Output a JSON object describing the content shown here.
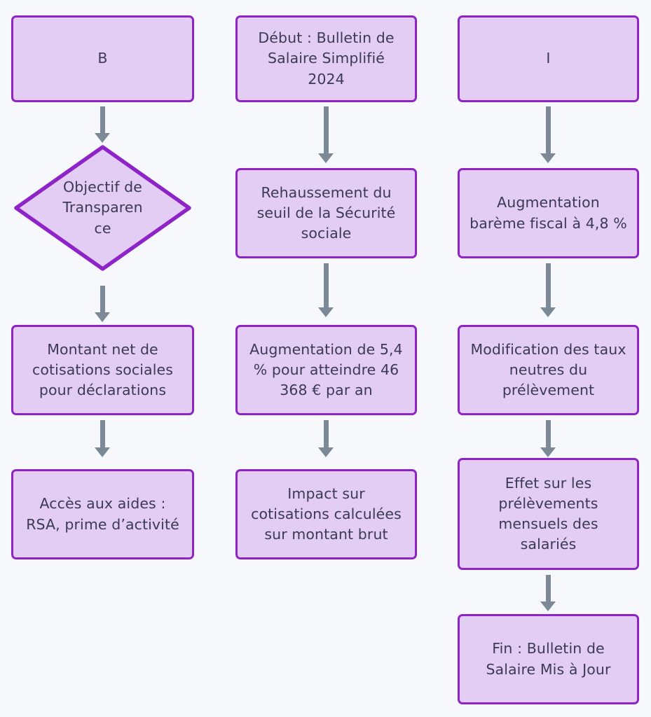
{
  "diagram": {
    "type": "flowchart",
    "orientation": "top-to-bottom, three parallel columns",
    "background_color": "#f7f8fb",
    "node_fill_color": "#e4cdf4",
    "node_border_color": "#8e24c8",
    "node_text_color": "#3b3a54",
    "arrow_color": "#7b8a96"
  },
  "columns": [
    {
      "name": "colonne-gauche",
      "nodes": [
        {
          "id": "b",
          "shape": "rectangle",
          "text": "B"
        },
        {
          "id": "objectif",
          "shape": "diamond",
          "text": "Objectif de\nTransparen\nce"
        },
        {
          "id": "montant",
          "shape": "rectangle",
          "text": "Montant net de\ncotisations sociales\npour déclarations"
        },
        {
          "id": "acces",
          "shape": "rectangle",
          "text": "Accès aux aides :\nRSA, prime d’activité"
        }
      ]
    },
    {
      "name": "colonne-centre",
      "nodes": [
        {
          "id": "debut",
          "shape": "rectangle",
          "text": "Début : Bulletin de\nSalaire Simplifié\n2024"
        },
        {
          "id": "rehaussement",
          "shape": "rectangle",
          "text": "Rehaussement du\nseuil de la Sécurité\nsociale"
        },
        {
          "id": "augmentation",
          "shape": "rectangle",
          "text": "Augmentation de 5,4\n% pour atteindre 46\n368 € par an"
        },
        {
          "id": "impact",
          "shape": "rectangle",
          "text": "Impact sur\ncotisations calculées\nsur montant brut"
        }
      ]
    },
    {
      "name": "colonne-droite",
      "nodes": [
        {
          "id": "i",
          "shape": "rectangle",
          "text": "I"
        },
        {
          "id": "bareme",
          "shape": "rectangle",
          "text": "Augmentation\nbarème fiscal à 4,8 %"
        },
        {
          "id": "modification",
          "shape": "rectangle",
          "text": "Modification des taux\nneutres du\nprélèvement"
        },
        {
          "id": "effet",
          "shape": "rectangle",
          "text": "Effet sur les\nprélèvements\nmensuels des\nsalariés"
        },
        {
          "id": "fin",
          "shape": "rectangle",
          "text": "Fin : Bulletin de\nSalaire Mis à Jour"
        }
      ]
    }
  ],
  "edges": [
    {
      "from": "b",
      "to": "objectif"
    },
    {
      "from": "objectif",
      "to": "montant"
    },
    {
      "from": "montant",
      "to": "acces"
    },
    {
      "from": "debut",
      "to": "rehaussement"
    },
    {
      "from": "rehaussement",
      "to": "augmentation"
    },
    {
      "from": "augmentation",
      "to": "impact"
    },
    {
      "from": "i",
      "to": "bareme"
    },
    {
      "from": "bareme",
      "to": "modification"
    },
    {
      "from": "modification",
      "to": "effet"
    },
    {
      "from": "effet",
      "to": "fin"
    }
  ]
}
